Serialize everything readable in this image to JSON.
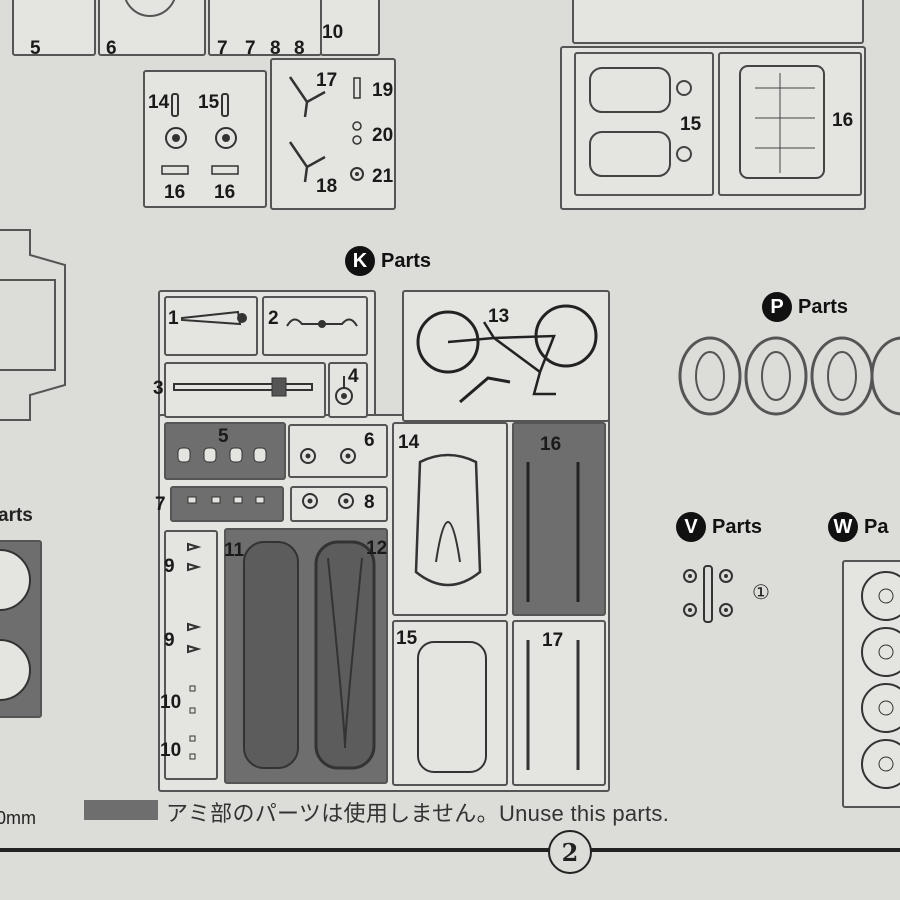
{
  "k_section": {
    "letter": "K",
    "label": "Parts",
    "part_numbers": [
      "1",
      "2",
      "3",
      "4",
      "5",
      "6",
      "7",
      "8",
      "9",
      "9",
      "10",
      "10",
      "11",
      "12",
      "13",
      "14",
      "15",
      "16",
      "17"
    ]
  },
  "p_section": {
    "letter": "P",
    "label": "Parts"
  },
  "v_section": {
    "letter": "V",
    "label": "Parts",
    "circled_number": "①"
  },
  "w_section": {
    "letter": "W",
    "label": "Pa"
  },
  "left_section": {
    "label": "arts",
    "measure": "0mm"
  },
  "top_left_numbers": [
    "5",
    "6",
    "7",
    "7",
    "8",
    "8",
    "10",
    "14",
    "15",
    "16",
    "16",
    "17",
    "18",
    "19",
    "20",
    "21"
  ],
  "top_right_numbers": [
    "15",
    "16"
  ],
  "note": "アミ部のパーツは使用しません。Unuse this parts.",
  "page_number": "2"
}
